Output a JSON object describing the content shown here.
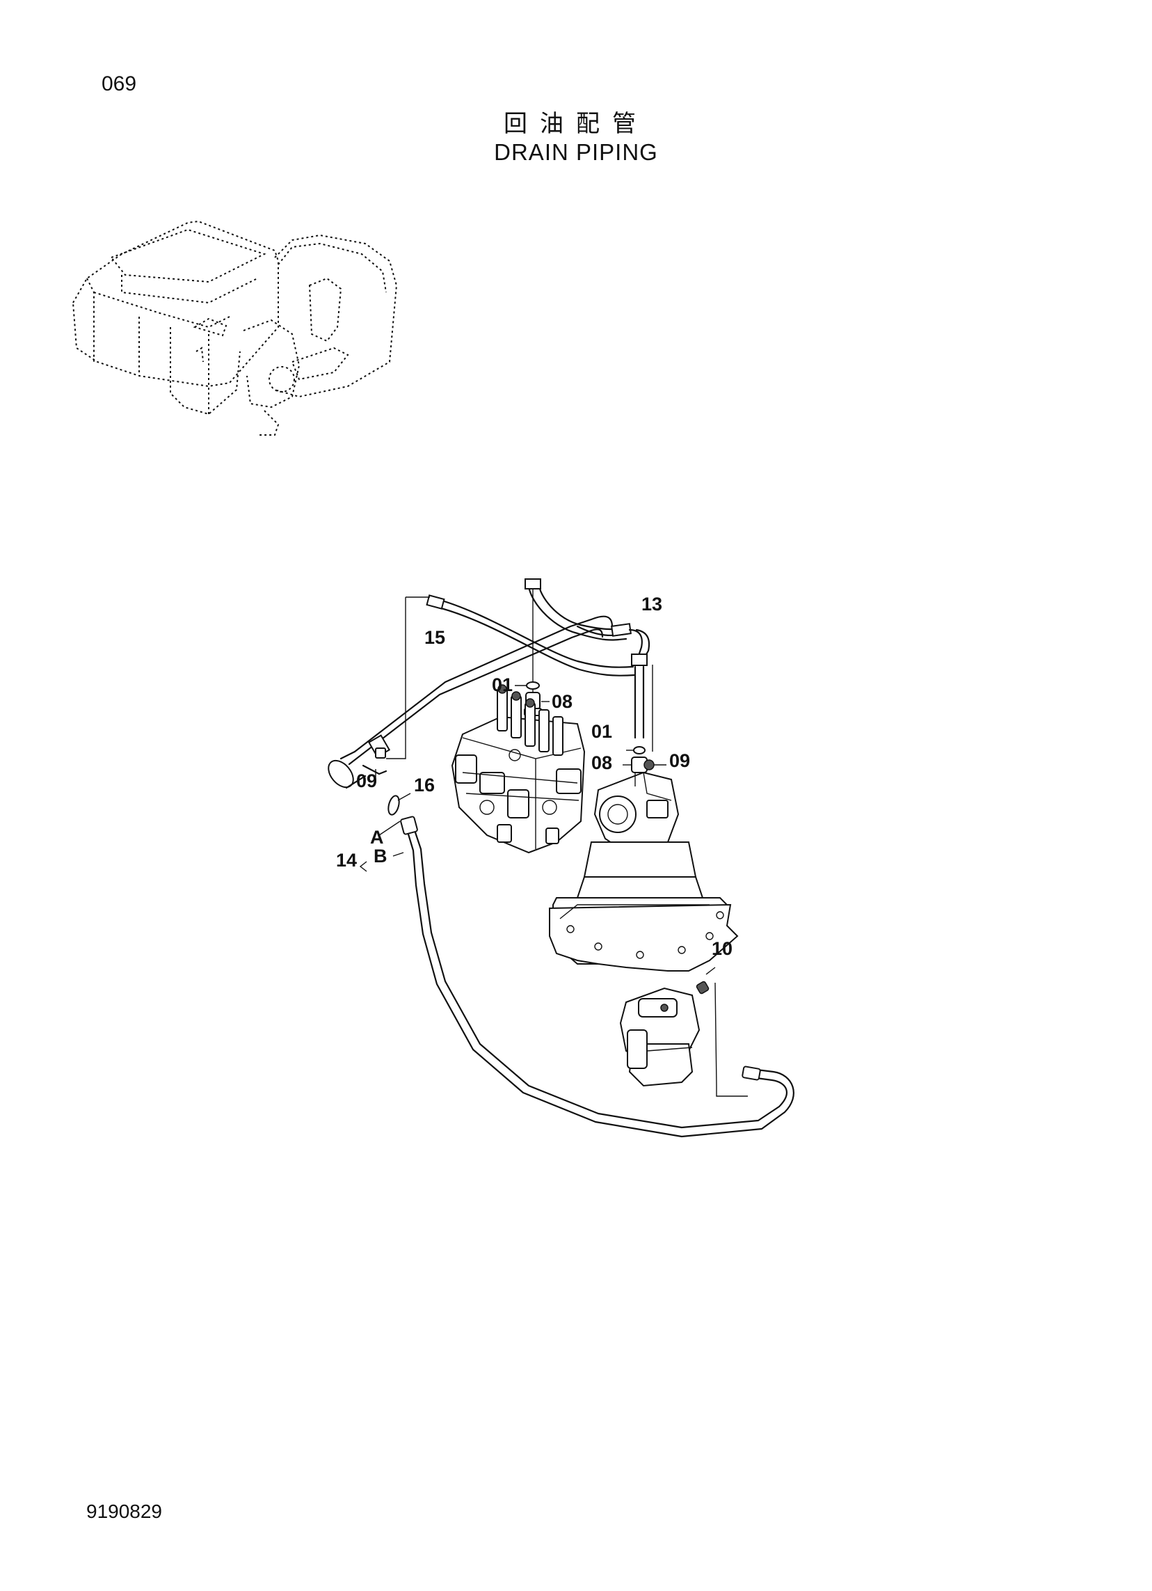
{
  "page": {
    "page_number": "069",
    "title_cn": "回油配管",
    "title_en": "DRAIN PIPING",
    "doc_code": "9190829"
  },
  "callouts": {
    "c13": "13",
    "c15": "15",
    "c01a": "01",
    "c08a": "08",
    "c01b": "01",
    "c08b": "08",
    "c09a": "09",
    "c09b": "09",
    "c16": "16",
    "cA": "A",
    "c14": "14",
    "cB": "B",
    "c10": "10"
  }
}
